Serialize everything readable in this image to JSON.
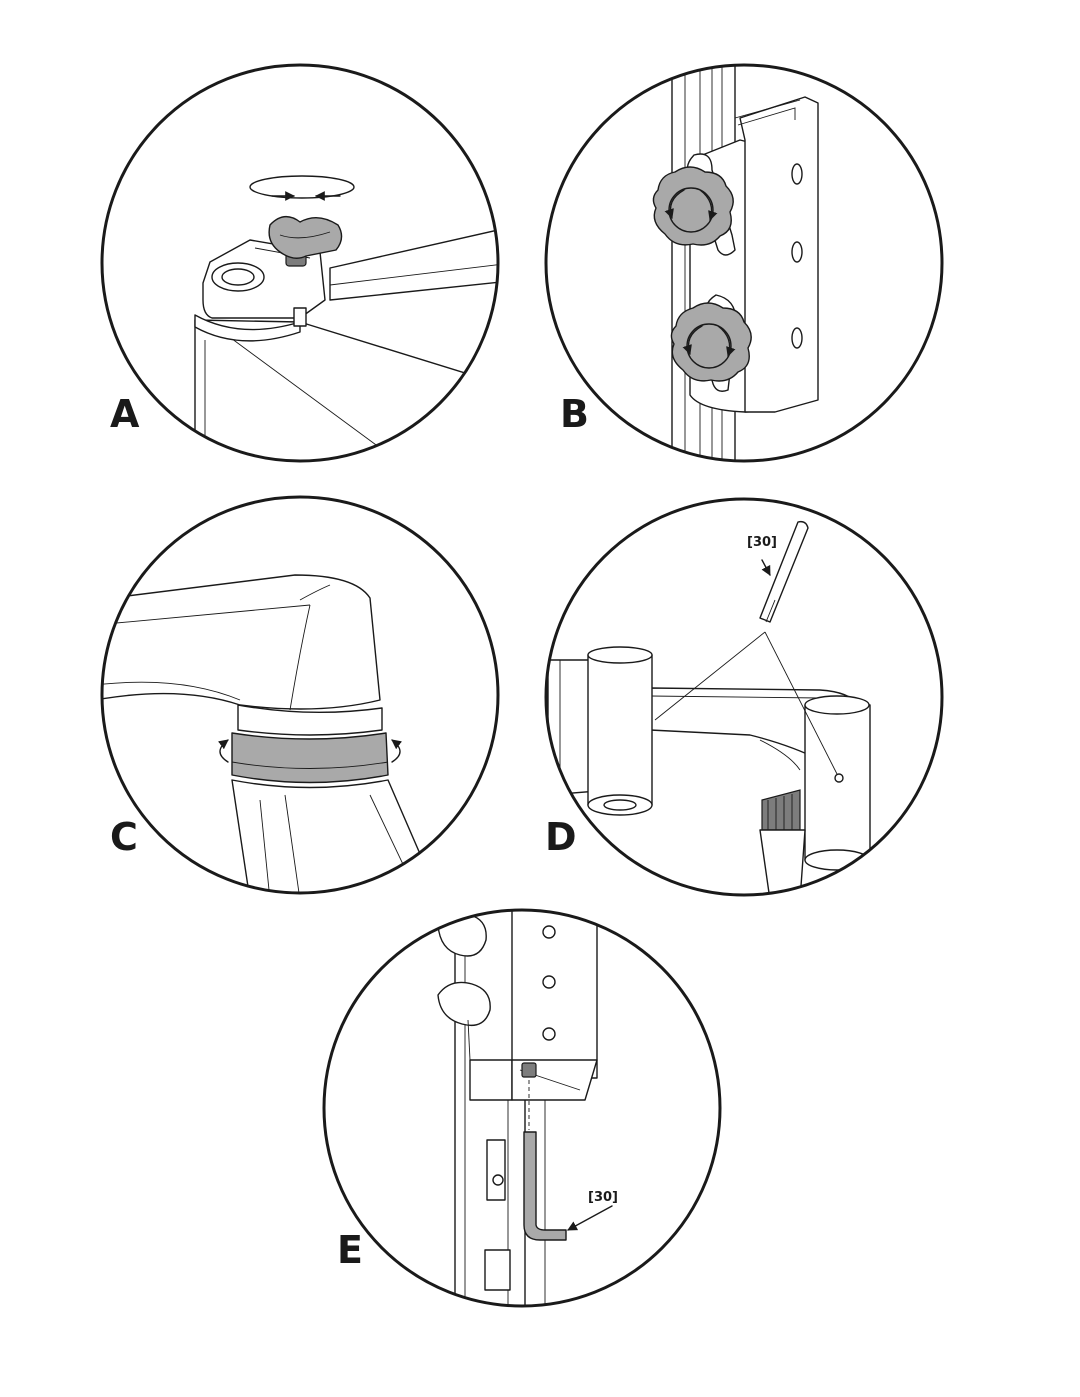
{
  "panels": {
    "a": {
      "label": "A"
    },
    "b": {
      "label": "B"
    },
    "c": {
      "label": "C"
    },
    "d": {
      "label": "D",
      "callout": "[30]"
    },
    "e": {
      "label": "E",
      "callout": "[30]"
    }
  },
  "colors": {
    "outline": "#1a1a1a",
    "knob_gray": "#a9a9a9",
    "dark_gray": "#7d7d7d",
    "background": "#ffffff"
  }
}
